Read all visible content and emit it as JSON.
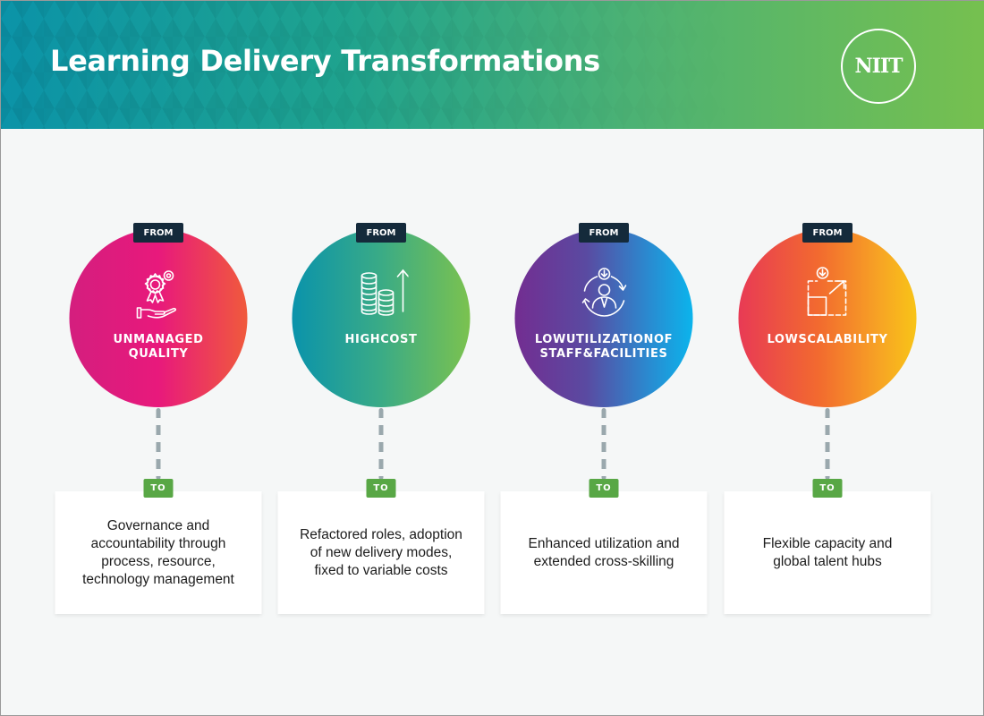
{
  "header": {
    "title": "Learning Delivery Transformations",
    "logo_text": "NIIT"
  },
  "badges": {
    "from": "FROM",
    "to": "TO"
  },
  "colors": {
    "header_gradient": [
      "#0b93a8",
      "#76c04f"
    ],
    "from_badge": "#142a3b",
    "to_badge": "#58a745",
    "connector": "#9aa8ad",
    "background": "#f5f7f7"
  },
  "transformations": [
    {
      "icon": "award-gear-hand-icon",
      "from_label_line1": "UNMANAGED",
      "from_label_line2": "QUALITY",
      "to_text": "Governance and accountability through process, resource, technology management",
      "gradient": [
        "#d41e7e",
        "#f05a3c"
      ]
    },
    {
      "icon": "coins-arrow-up-icon",
      "from_label_line1": "HIGHCOST",
      "from_label_line2": "",
      "to_text": "Refactored roles, adoption of new delivery modes, fixed to variable costs",
      "gradient": [
        "#0a93ab",
        "#7bc24f"
      ]
    },
    {
      "icon": "person-cycle-icon",
      "from_label_line1": "LOWUTILIZATIONOF",
      "from_label_line2": "STAFF&FACILITIES",
      "to_text": "Enhanced utilization and extended cross-skilling",
      "gradient": [
        "#732d91",
        "#0bb4ec"
      ]
    },
    {
      "icon": "scale-up-icon",
      "from_label_line1": "LOWSCALABILITY",
      "from_label_line2": "",
      "to_text": "Flexible capacity and global talent hubs",
      "gradient": [
        "#e83a55",
        "#f8c417"
      ]
    }
  ]
}
